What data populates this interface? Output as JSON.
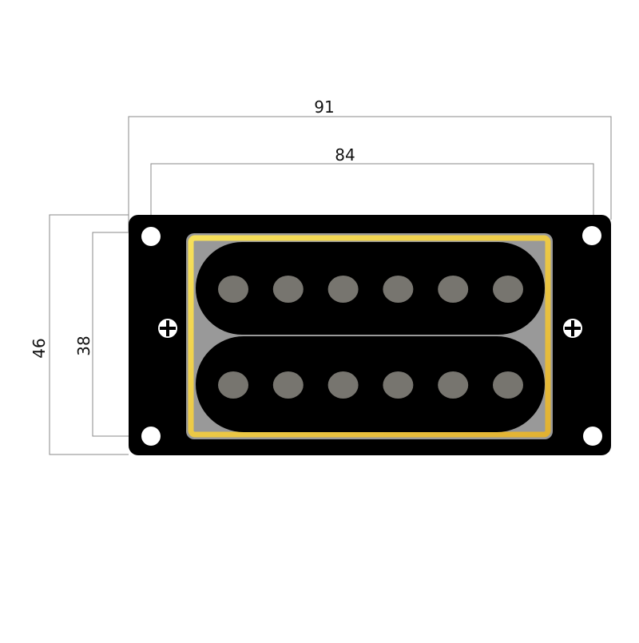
{
  "dimensions": {
    "overall_width": "91",
    "mount_hole_spacing_width": "84",
    "overall_height": "46",
    "mount_hole_spacing_height": "38"
  },
  "colors": {
    "plate": "#000000",
    "frame_gray": "#999999",
    "frame_yellow_light": "#f6e05a",
    "frame_yellow_dark": "#e2b232",
    "pole_piece": "#77756f",
    "hole": "#ffffff",
    "dimension_line": "#888888"
  },
  "coils": [
    {
      "name": "top",
      "pole_count": 6
    },
    {
      "name": "bottom",
      "pole_count": 6
    }
  ],
  "icons": {
    "mount_hole": "circle",
    "height_screw": "phillips-screw"
  }
}
